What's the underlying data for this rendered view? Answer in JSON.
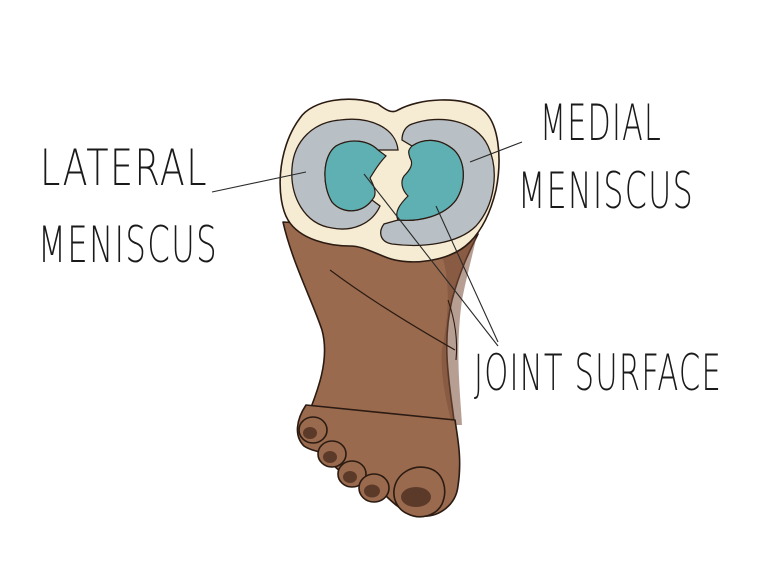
{
  "labels": {
    "lateral_line1": "LATERAL",
    "lateral_line2": "MENISCUS",
    "medial_line1": "MEDIAL",
    "medial_line2": "MENISCUS",
    "joint_surface": "JOINT SURFACE"
  },
  "colors": {
    "skin": "#9a6a4e",
    "skin_shadow": "#7b4f38",
    "toenail": "#5c3a2a",
    "bone_rim": "#f5ecd3",
    "meniscus": "#b8c0c5",
    "joint_surface": "#5fb0b3",
    "outline": "#2b1b12"
  }
}
